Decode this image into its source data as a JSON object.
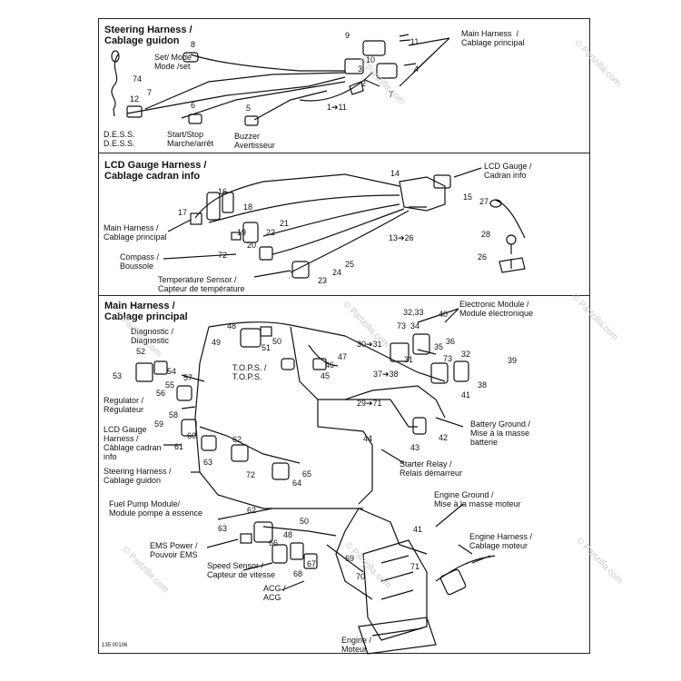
{
  "sections": {
    "steering": {
      "title_line1": "Steering Harness /",
      "title_line2": "Cablage guidon",
      "labels": {
        "main_harness": "Main Harness  /\nCablage principal",
        "set_mode": "Set/ Mode\nMode /set",
        "dess": "D.E.S.S.\nD.E.S.S.",
        "start_stop": "Start/Stop\nMarche/arrêt",
        "buzzer": "Buzzer\nAvertisseur"
      },
      "numbers": [
        "8",
        "74",
        "12",
        "7",
        "6",
        "5",
        "9",
        "11",
        "3",
        "10",
        "4",
        "2",
        "7",
        "1➔11"
      ]
    },
    "lcd": {
      "title_line1": "LCD Gauge Harness /",
      "title_line2": "Cablage cadran info",
      "labels": {
        "lcd_gauge": "LCD Gauge /\nCadran info",
        "main_harness": "Main Harness /\nCablage principal",
        "compass": "Compass /\nBoussole",
        "temp_sensor": "Temperature Sensor /\nCapteur de température"
      },
      "numbers": [
        "16",
        "18",
        "17",
        "19",
        "20",
        "21",
        "22",
        "72",
        "14",
        "15",
        "27",
        "28",
        "26",
        "13➔26",
        "24",
        "25",
        "23"
      ]
    },
    "main": {
      "title_line1": "Main Harness /",
      "title_line2": "Cablage principal",
      "labels": {
        "diagnostic": "Diagnostic /\nDiagnostic",
        "electronic_module": "Electronic Module /\nModule électronique",
        "tops": "T.O.P.S. /\nT.O.P.S.",
        "regulator": "Regulator /\nRégulateur",
        "lcd_gauge": "LCD Gauge\nHarness /\nCâblage cadran\ninfo",
        "battery_ground": "Battery Ground /\nMise à la masse\nbatterie",
        "steering_harness": "Steering Harness /\nCablage guidon",
        "starter_relay": "Starter Relay /\nRelais démarreur",
        "fuel_pump": "Fuel Pump Module/\nModule pompe à essence",
        "engine_ground": "Engine Ground /\nMise à la masse moteur",
        "engine_harness": "Engine Harness /\nCablage moteur",
        "ems_power": "EMS Power /\nPouvoir EMS",
        "speed_sensor": "Speed Sensor /\nCapteur de vitesse",
        "acg": "ACG /\nACG",
        "engine": "Engine /\nMoteur"
      },
      "numbers": [
        "48",
        "49",
        "50",
        "51",
        "52",
        "54",
        "53",
        "55",
        "56",
        "57",
        "58",
        "59",
        "60",
        "61",
        "62",
        "63",
        "72",
        "64",
        "65",
        "46",
        "47",
        "45",
        "73",
        "34",
        "32,33",
        "40",
        "30➔31",
        "35",
        "36",
        "31",
        "37➔38",
        "73",
        "32",
        "38",
        "39",
        "41",
        "29➔71",
        "44",
        "43",
        "42",
        "62",
        "63",
        "48",
        "50",
        "66",
        "67",
        "68",
        "69",
        "70",
        "41",
        "71"
      ]
    }
  },
  "watermark": "© Partzilla.com",
  "footer_code": "135 00106"
}
